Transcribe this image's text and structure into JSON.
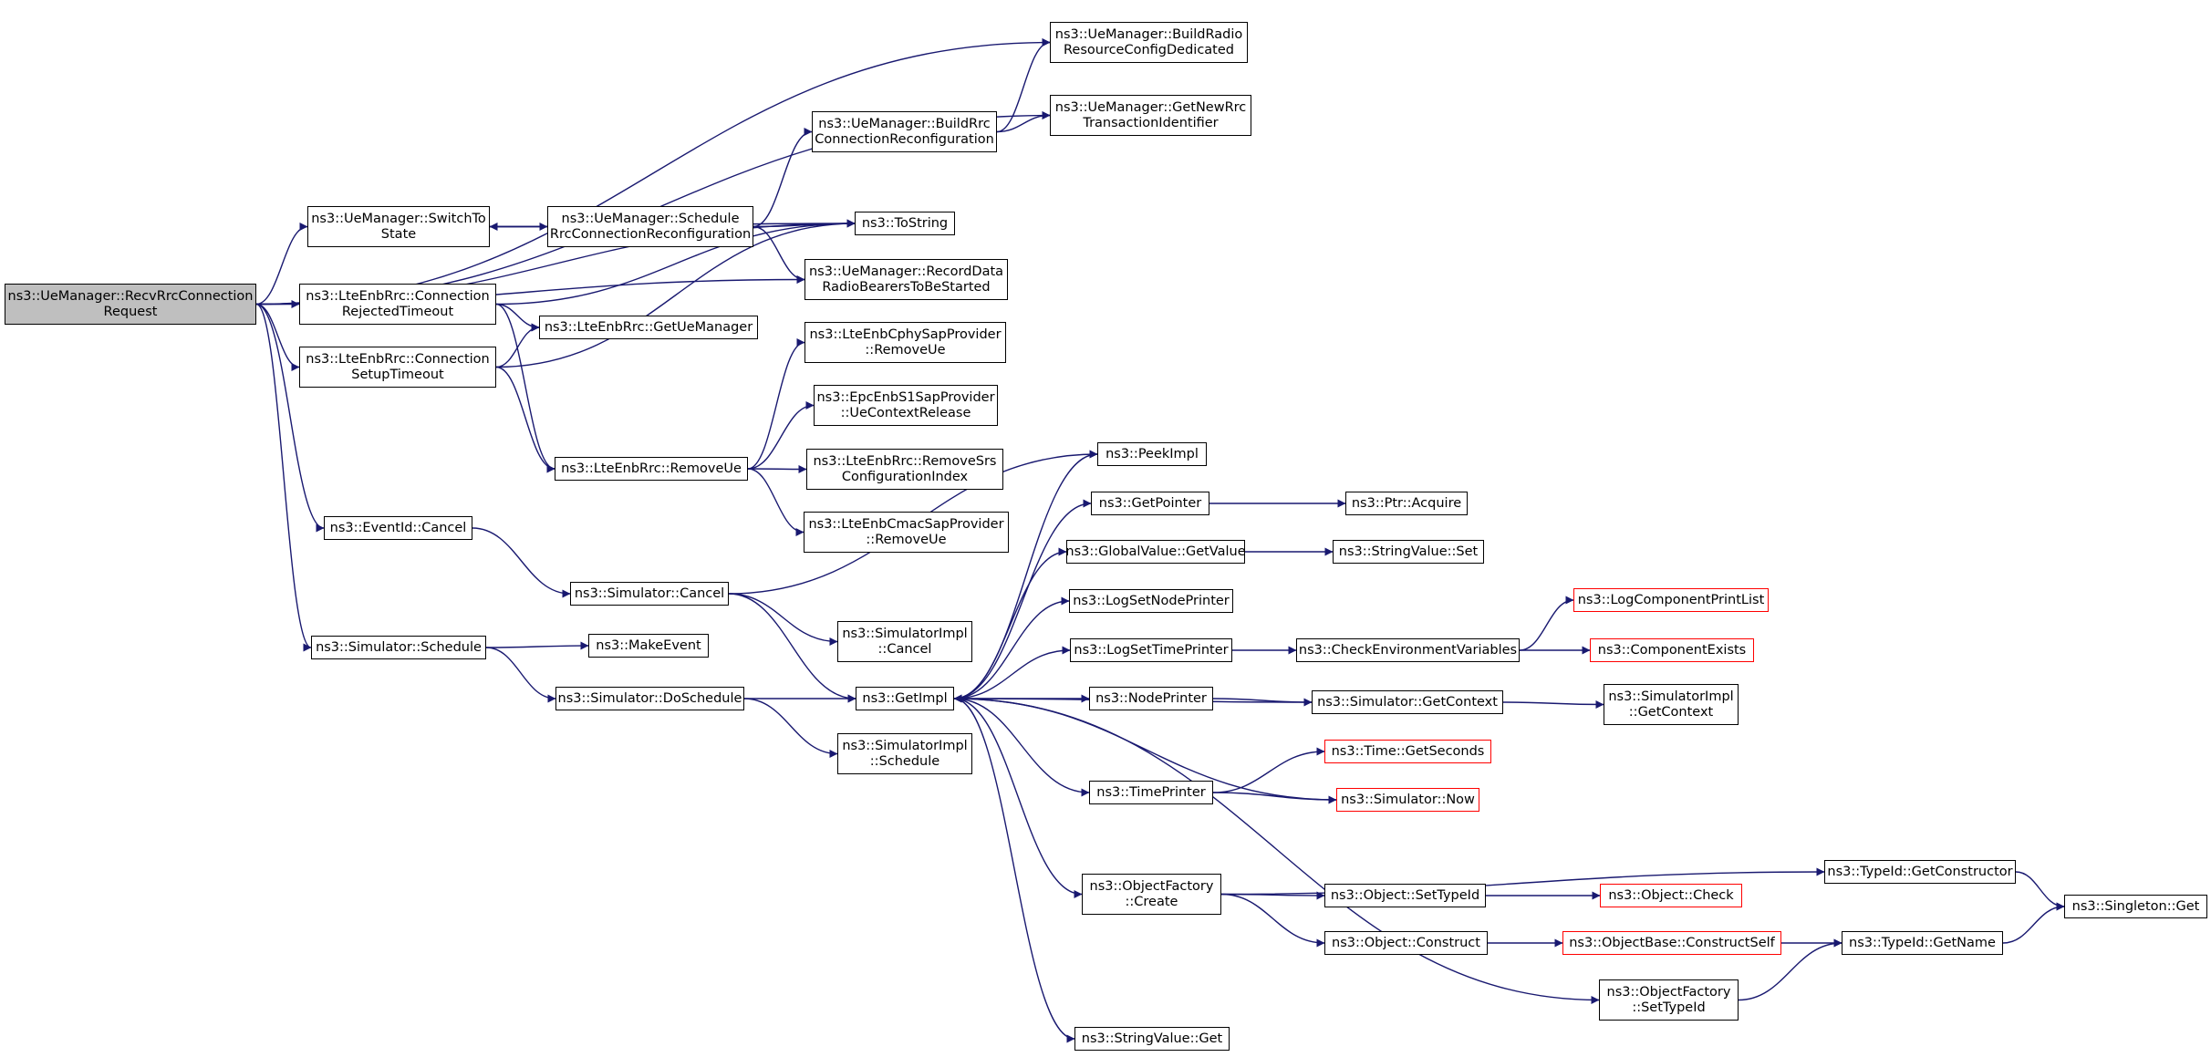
{
  "nodes": [
    {
      "id": "root",
      "label": "ns3::UeManager::RecvRrcConnection\nRequest",
      "root": true
    },
    {
      "id": "buildRadio",
      "label": "ns3::UeManager::BuildRadio\nResourceConfigDedicated"
    },
    {
      "id": "getNewRrc",
      "label": "ns3::UeManager::GetNewRrc\nTransactionIdentifier"
    },
    {
      "id": "buildRrc",
      "label": "ns3::UeManager::BuildRrc\nConnectionReconfiguration"
    },
    {
      "id": "switchTo",
      "label": "ns3::UeManager::SwitchTo\nState"
    },
    {
      "id": "schedRrc",
      "label": "ns3::UeManager::Schedule\nRrcConnectionReconfiguration"
    },
    {
      "id": "toString",
      "label": "ns3::ToString"
    },
    {
      "id": "recordData",
      "label": "ns3::UeManager::RecordData\nRadioBearersToBeStarted"
    },
    {
      "id": "connRejected",
      "label": "ns3::LteEnbRrc::Connection\nRejectedTimeout"
    },
    {
      "id": "getUeManager",
      "label": "ns3::LteEnbRrc::GetUeManager"
    },
    {
      "id": "cphyRemove",
      "label": "ns3::LteEnbCphySapProvider\n::RemoveUe"
    },
    {
      "id": "connSetup",
      "label": "ns3::LteEnbRrc::Connection\nSetupTimeout"
    },
    {
      "id": "epcRelease",
      "label": "ns3::EpcEnbS1SapProvider\n::UeContextRelease"
    },
    {
      "id": "removeUe",
      "label": "ns3::LteEnbRrc::RemoveUe"
    },
    {
      "id": "removeSrs",
      "label": "ns3::LteEnbRrc::RemoveSrs\nConfigurationIndex"
    },
    {
      "id": "cmacRemove",
      "label": "ns3::LteEnbCmacSapProvider\n::RemoveUe"
    },
    {
      "id": "peekImpl",
      "label": "ns3::PeekImpl"
    },
    {
      "id": "getPointer",
      "label": "ns3::GetPointer"
    },
    {
      "id": "ptrAcquire",
      "label": "ns3::Ptr::Acquire"
    },
    {
      "id": "eventCancel",
      "label": "ns3::EventId::Cancel"
    },
    {
      "id": "globalGet",
      "label": "ns3::GlobalValue::GetValue"
    },
    {
      "id": "stringSet",
      "label": "ns3::StringValue::Set"
    },
    {
      "id": "simCancel",
      "label": "ns3::Simulator::Cancel"
    },
    {
      "id": "logNode",
      "label": "ns3::LogSetNodePrinter"
    },
    {
      "id": "logCompList",
      "label": "ns3::LogComponentPrintList",
      "red": true
    },
    {
      "id": "simImplCancel",
      "label": "ns3::SimulatorImpl\n::Cancel"
    },
    {
      "id": "logTime",
      "label": "ns3::LogSetTimePrinter"
    },
    {
      "id": "checkEnv",
      "label": "ns3::CheckEnvironmentVariables"
    },
    {
      "id": "compExists",
      "label": "ns3::ComponentExists",
      "red": true
    },
    {
      "id": "simSchedule",
      "label": "ns3::Simulator::Schedule"
    },
    {
      "id": "makeEvent",
      "label": "ns3::MakeEvent"
    },
    {
      "id": "doSchedule",
      "label": "ns3::Simulator::DoSchedule"
    },
    {
      "id": "getImpl",
      "label": "ns3::GetImpl"
    },
    {
      "id": "nodePrinter",
      "label": "ns3::NodePrinter"
    },
    {
      "id": "getContext",
      "label": "ns3::Simulator::GetContext"
    },
    {
      "id": "implContext",
      "label": "ns3::SimulatorImpl\n::GetContext"
    },
    {
      "id": "implSchedule",
      "label": "ns3::SimulatorImpl\n::Schedule"
    },
    {
      "id": "getSeconds",
      "label": "ns3::Time::GetSeconds",
      "red": true
    },
    {
      "id": "timePrinter",
      "label": "ns3::TimePrinter"
    },
    {
      "id": "simNow",
      "label": "ns3::Simulator::Now",
      "red": true
    },
    {
      "id": "getConstructor",
      "label": "ns3::TypeId::GetConstructor"
    },
    {
      "id": "ofCreate",
      "label": "ns3::ObjectFactory\n::Create"
    },
    {
      "id": "setTypeId",
      "label": "ns3::Object::SetTypeId"
    },
    {
      "id": "objCheck",
      "label": "ns3::Object::Check",
      "red": true
    },
    {
      "id": "singletonGet",
      "label": "ns3::Singleton::Get"
    },
    {
      "id": "objConstruct",
      "label": "ns3::Object::Construct"
    },
    {
      "id": "constructSelf",
      "label": "ns3::ObjectBase::ConstructSelf",
      "red": true
    },
    {
      "id": "typeGetName",
      "label": "ns3::TypeId::GetName"
    },
    {
      "id": "ofSetTypeId",
      "label": "ns3::ObjectFactory\n::SetTypeId"
    },
    {
      "id": "stringGet",
      "label": "ns3::StringValue::Get"
    }
  ],
  "edges": [
    [
      "root",
      "buildRadio"
    ],
    [
      "root",
      "getNewRrc"
    ],
    [
      "root",
      "toString"
    ],
    [
      "root",
      "switchTo"
    ],
    [
      "root",
      "connRejected"
    ],
    [
      "root",
      "connSetup"
    ],
    [
      "root",
      "recordData"
    ],
    [
      "root",
      "eventCancel"
    ],
    [
      "root",
      "simSchedule"
    ],
    [
      "buildRrc",
      "buildRadio"
    ],
    [
      "buildRrc",
      "getNewRrc"
    ],
    [
      "switchTo",
      "schedRrc"
    ],
    [
      "schedRrc",
      "switchTo"
    ],
    [
      "switchTo",
      "toString"
    ],
    [
      "schedRrc",
      "buildRrc"
    ],
    [
      "schedRrc",
      "toString"
    ],
    [
      "schedRrc",
      "recordData"
    ],
    [
      "connRejected",
      "toString"
    ],
    [
      "connRejected",
      "getUeManager"
    ],
    [
      "connRejected",
      "removeUe"
    ],
    [
      "connSetup",
      "getUeManager"
    ],
    [
      "connSetup",
      "toString"
    ],
    [
      "connSetup",
      "removeUe"
    ],
    [
      "removeUe",
      "cphyRemove"
    ],
    [
      "removeUe",
      "epcRelease"
    ],
    [
      "removeUe",
      "removeSrs"
    ],
    [
      "removeUe",
      "cmacRemove"
    ],
    [
      "eventCancel",
      "simCancel"
    ],
    [
      "simCancel",
      "peekImpl"
    ],
    [
      "simCancel",
      "simImplCancel"
    ],
    [
      "simCancel",
      "getImpl"
    ],
    [
      "simSchedule",
      "makeEvent"
    ],
    [
      "simSchedule",
      "doSchedule"
    ],
    [
      "doSchedule",
      "getImpl"
    ],
    [
      "doSchedule",
      "implSchedule"
    ],
    [
      "getImpl",
      "peekImpl"
    ],
    [
      "getImpl",
      "getPointer"
    ],
    [
      "getImpl",
      "globalGet"
    ],
    [
      "getImpl",
      "logNode"
    ],
    [
      "getImpl",
      "logTime"
    ],
    [
      "getImpl",
      "nodePrinter"
    ],
    [
      "getImpl",
      "timePrinter"
    ],
    [
      "getImpl",
      "ofCreate"
    ],
    [
      "getImpl",
      "ofSetTypeId"
    ],
    [
      "getImpl",
      "stringGet"
    ],
    [
      "getPointer",
      "ptrAcquire"
    ],
    [
      "globalGet",
      "stringSet"
    ],
    [
      "logTime",
      "checkEnv"
    ],
    [
      "checkEnv",
      "logCompList"
    ],
    [
      "checkEnv",
      "compExists"
    ],
    [
      "nodePrinter",
      "getContext"
    ],
    [
      "getContext",
      "getImpl"
    ],
    [
      "getContext",
      "implContext"
    ],
    [
      "timePrinter",
      "getSeconds"
    ],
    [
      "timePrinter",
      "simNow"
    ],
    [
      "simNow",
      "getImpl"
    ],
    [
      "ofCreate",
      "getConstructor"
    ],
    [
      "ofCreate",
      "setTypeId"
    ],
    [
      "ofCreate",
      "objConstruct"
    ],
    [
      "getConstructor",
      "singletonGet"
    ],
    [
      "setTypeId",
      "objCheck"
    ],
    [
      "objConstruct",
      "constructSelf"
    ],
    [
      "constructSelf",
      "typeGetName"
    ],
    [
      "typeGetName",
      "singletonGet"
    ],
    [
      "ofSetTypeId",
      "typeGetName"
    ]
  ],
  "colors": {
    "edge": "#191970",
    "border": "#000000",
    "red_border": "#ff0000",
    "root_fill": "#bfbfbf"
  }
}
